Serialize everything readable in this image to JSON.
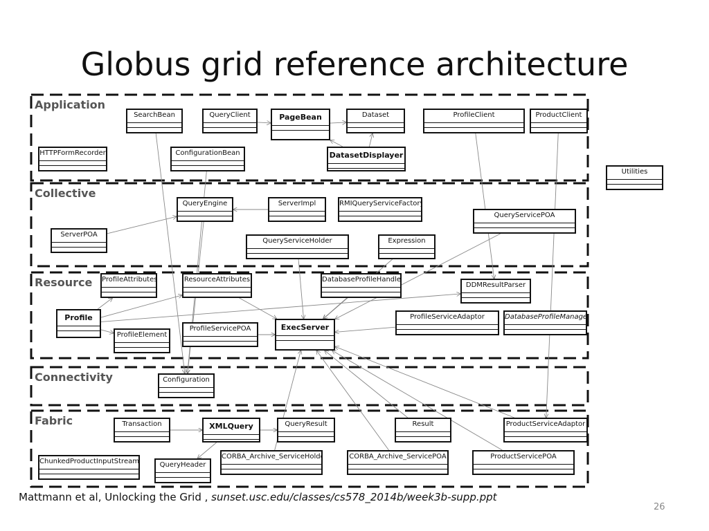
{
  "slide": {
    "title": "Globus grid reference architecture",
    "citation_text": "Mattmann et al, Unlocking the Grid , ",
    "citation_url": "sunset.usc.edu/classes/cs578_2014b/week3b-supp.ppt",
    "page_number": "26"
  },
  "layers": [
    {
      "id": "application",
      "label": "Application"
    },
    {
      "id": "collective",
      "label": "Collective"
    },
    {
      "id": "resource",
      "label": "Resource"
    },
    {
      "id": "connectivity",
      "label": "Connectivity"
    },
    {
      "id": "fabric",
      "label": "Fabric"
    }
  ],
  "components": [
    {
      "id": "searchbean",
      "label": "SearchBean",
      "layer": "application"
    },
    {
      "id": "queryclient",
      "label": "QueryClient",
      "layer": "application"
    },
    {
      "id": "pagebean",
      "label": "PageBean",
      "layer": "application",
      "style": "bold"
    },
    {
      "id": "dataset",
      "label": "Dataset",
      "layer": "application"
    },
    {
      "id": "profileclient",
      "label": "ProfileClient",
      "layer": "application"
    },
    {
      "id": "productclient",
      "label": "ProductClient",
      "layer": "application"
    },
    {
      "id": "httpformrecorder",
      "label": "HTTPFormRecorder",
      "layer": "application"
    },
    {
      "id": "configurationbean",
      "label": "ConfigurationBean",
      "layer": "application"
    },
    {
      "id": "datasetdisplayer",
      "label": "DatasetDisplayer",
      "layer": "application",
      "style": "bold"
    },
    {
      "id": "utilities",
      "label": "Utilities",
      "layer": "none"
    },
    {
      "id": "queryengine",
      "label": "QueryEngine",
      "layer": "collective"
    },
    {
      "id": "serverimpl",
      "label": "ServerImpl",
      "layer": "collective"
    },
    {
      "id": "rmiqueryservicefactory",
      "label": "RMIQueryServiceFactory",
      "layer": "collective"
    },
    {
      "id": "queryservicepoa",
      "label": "QueryServicePOA",
      "layer": "collective"
    },
    {
      "id": "serverpoa",
      "label": "ServerPOA",
      "layer": "collective"
    },
    {
      "id": "queryserviceholder",
      "label": "QueryServiceHolder",
      "layer": "collective"
    },
    {
      "id": "expression",
      "label": "Expression",
      "layer": "collective"
    },
    {
      "id": "profileattributes",
      "label": "ProfileAttributes",
      "layer": "resource"
    },
    {
      "id": "resourceattributes",
      "label": "ResourceAttributes",
      "layer": "resource"
    },
    {
      "id": "databaseprofilehandler",
      "label": "DatabaseProfileHandler",
      "layer": "resource"
    },
    {
      "id": "ddmresultparser",
      "label": "DDMResultParser",
      "layer": "resource"
    },
    {
      "id": "profile",
      "label": "Profile",
      "layer": "resource",
      "style": "bold"
    },
    {
      "id": "profileelement",
      "label": "ProfileElement",
      "layer": "resource"
    },
    {
      "id": "profileservicepoa",
      "label": "ProfileServicePOA",
      "layer": "resource"
    },
    {
      "id": "execserver",
      "label": "ExecServer",
      "layer": "resource",
      "style": "bold"
    },
    {
      "id": "profileserviceadaptor",
      "label": "ProfileServiceAdaptor",
      "layer": "resource"
    },
    {
      "id": "databaseprofilemanager",
      "label": "DatabaseProfileManager",
      "layer": "resource",
      "style": "italic"
    },
    {
      "id": "configuration",
      "label": "Configuration",
      "layer": "connectivity"
    },
    {
      "id": "transaction",
      "label": "Transaction",
      "layer": "fabric"
    },
    {
      "id": "xmlquery",
      "label": "XMLQuery",
      "layer": "fabric",
      "style": "bold"
    },
    {
      "id": "queryresult",
      "label": "QueryResult",
      "layer": "fabric"
    },
    {
      "id": "result",
      "label": "Result",
      "layer": "fabric"
    },
    {
      "id": "productserviceadaptor",
      "label": "ProductServiceAdaptor",
      "layer": "fabric"
    },
    {
      "id": "chunkedproductinputstream",
      "label": "ChunkedProductInputStream",
      "layer": "fabric"
    },
    {
      "id": "queryheader",
      "label": "QueryHeader",
      "layer": "fabric"
    },
    {
      "id": "corba_archive_serviceholder",
      "label": "CORBA_Archive_ServiceHolder",
      "layer": "fabric"
    },
    {
      "id": "corba_archive_servicepoa",
      "label": "CORBA_Archive_ServicePOA",
      "layer": "fabric"
    },
    {
      "id": "productservicepoa",
      "label": "ProductServicePOA",
      "layer": "fabric"
    }
  ],
  "connections": [
    {
      "from": "queryclient",
      "to": "pagebean"
    },
    {
      "from": "pagebean",
      "to": "dataset"
    },
    {
      "from": "datasetdisplayer",
      "to": "pagebean"
    },
    {
      "from": "datasetdisplayer",
      "to": "dataset"
    },
    {
      "from": "searchbean",
      "to": "configuration"
    },
    {
      "from": "configurationbean",
      "to": "configuration"
    },
    {
      "from": "profileclient",
      "to": "ddmresultparser"
    },
    {
      "from": "productclient",
      "to": "productserviceadaptor"
    },
    {
      "from": "serverpoa",
      "to": "queryengine"
    },
    {
      "from": "serverimpl",
      "to": "queryengine"
    },
    {
      "from": "queryserviceholder",
      "to": "execserver"
    },
    {
      "from": "queryservicepoa",
      "to": "execserver"
    },
    {
      "from": "expression",
      "to": "execserver"
    },
    {
      "from": "profile",
      "to": "profileattributes"
    },
    {
      "from": "profile",
      "to": "resourceattributes"
    },
    {
      "from": "profile",
      "to": "profileelement"
    },
    {
      "from": "profile",
      "to": "ddmresultparser"
    },
    {
      "from": "databaseprofilehandler",
      "to": "execserver"
    },
    {
      "from": "profileserviceadaptor",
      "to": "execserver"
    },
    {
      "from": "profileservicepoa",
      "to": "execserver"
    },
    {
      "from": "resourceattributes",
      "to": "execserver"
    },
    {
      "from": "corba_archive_serviceholder",
      "to": "execserver"
    },
    {
      "from": "corba_archive_servicepoa",
      "to": "execserver"
    },
    {
      "from": "productservicepoa",
      "to": "execserver"
    },
    {
      "from": "productserviceadaptor",
      "to": "execserver"
    },
    {
      "from": "result",
      "to": "execserver"
    },
    {
      "from": "transaction",
      "to": "xmlquery"
    },
    {
      "from": "xmlquery",
      "to": "queryresult"
    },
    {
      "from": "xmlquery",
      "to": "queryheader"
    },
    {
      "from": "queryengine",
      "to": "configuration"
    }
  ]
}
